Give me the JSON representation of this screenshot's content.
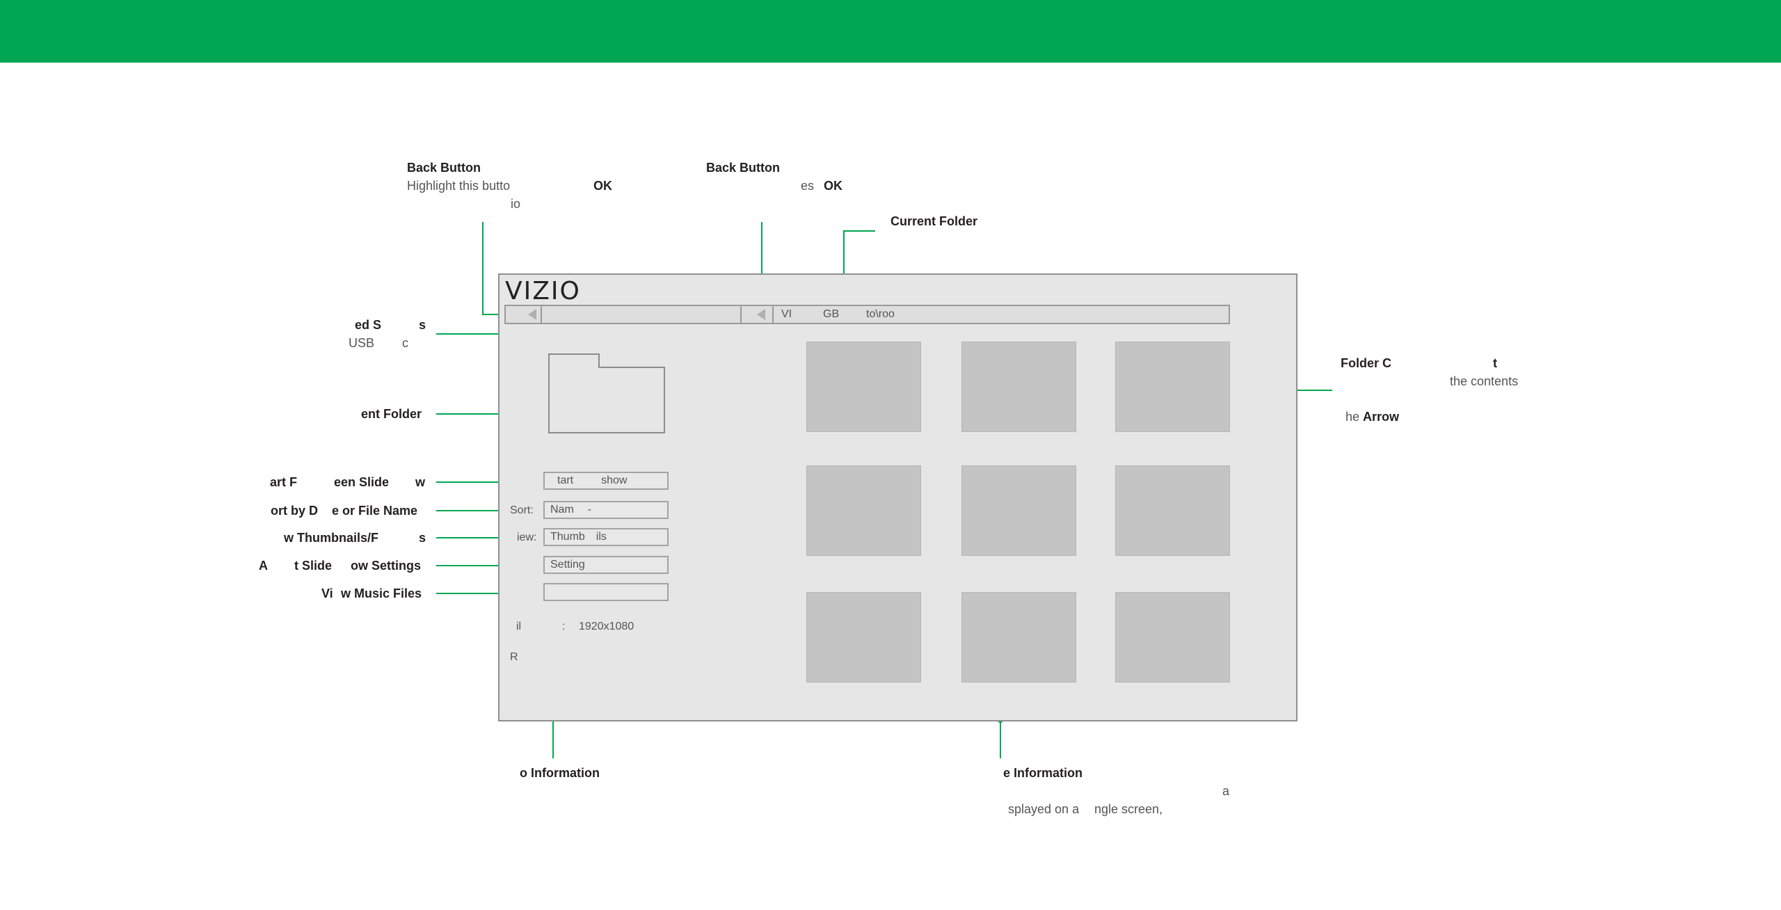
{
  "annotations": {
    "back_button_1": {
      "title": "Back Button",
      "line1a": "Highlight this butto",
      "line1b": "OK",
      "line2": "io"
    },
    "back_button_2": {
      "title": "Back Button",
      "line1a": "es",
      "line1b": "OK"
    },
    "current_folder": {
      "title": "Current Folder"
    },
    "connected_sources": {
      "title_a": "ed S",
      "title_b": "s",
      "sub_a": "USB",
      "sub_b": "c"
    },
    "parent_folder": {
      "title": "ent Folder"
    },
    "slideshow": {
      "title_a": "art F",
      "title_b": "een Slide",
      "title_c": "w"
    },
    "sort": {
      "title_a": "ort by D",
      "title_b": "e or File Name"
    },
    "view": {
      "title_a": "w Thumbnails/F",
      "title_b": "s"
    },
    "settings": {
      "title_a": "A",
      "title_b": "t Slide",
      "title_c": "ow Settings"
    },
    "music": {
      "title_a": "Vi",
      "title_b": "w Music Files"
    },
    "folder_contents": {
      "title_a": "Folder C",
      "title_b": "t",
      "line1": "the contents",
      "line2a": "he",
      "line2b": "Arrow"
    },
    "photo_info": {
      "title": "o Information"
    },
    "page_info": {
      "title": "e Information",
      "line1": "a",
      "line2a": "splayed on a",
      "line2b": "ngle screen,"
    }
  },
  "screen": {
    "logo": "VIZIO",
    "path_seg1": "VI",
    "path_seg2": "GB",
    "path_seg3": "to\\roo",
    "slideshow_btn_a": "tart",
    "slideshow_btn_b": "show",
    "sort_label": "Sort:",
    "sort_value_a": "Nam",
    "sort_value_b": "-",
    "view_label": "iew:",
    "view_value_a": "Thumb",
    "view_value_b": "ils",
    "settings_btn": "Setting",
    "info_label_a": "il",
    "info_label_b": ":",
    "info_value": "1920x1080",
    "info_line2": "R"
  },
  "colors": {
    "accent": "#00a651",
    "screen_bg": "#e6e6e6",
    "thumb": "#c4c4c4",
    "border": "#8f8f8f"
  }
}
